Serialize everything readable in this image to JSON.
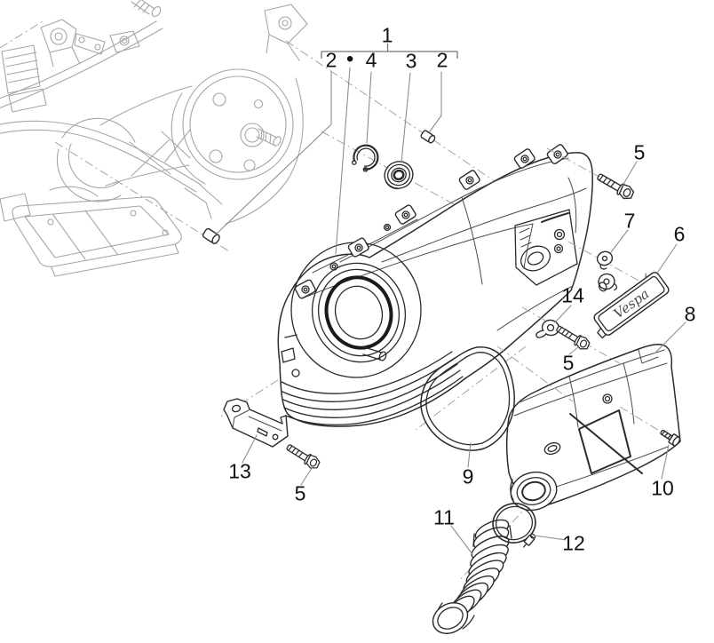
{
  "figure": {
    "background_color": "#ffffff",
    "part_line_color": "#2b2b2b",
    "ghost_line_color": "#a6a6a6",
    "leader_line_color": "#8d8d8d",
    "label_color": "#111111"
  },
  "badge": {
    "logo_text": "Vespa"
  },
  "callouts": {
    "c1": "1",
    "c2_left": "2",
    "bullet": "●",
    "c4": "4",
    "c3": "3",
    "c2_right": "2",
    "c5_top": "5",
    "c7": "7",
    "c6": "6",
    "c14": "14",
    "c5_middle": "5",
    "c8": "8",
    "c10": "10",
    "c9": "9",
    "c13": "13",
    "c5_bottom": "5",
    "c11": "11",
    "c12": "12"
  }
}
